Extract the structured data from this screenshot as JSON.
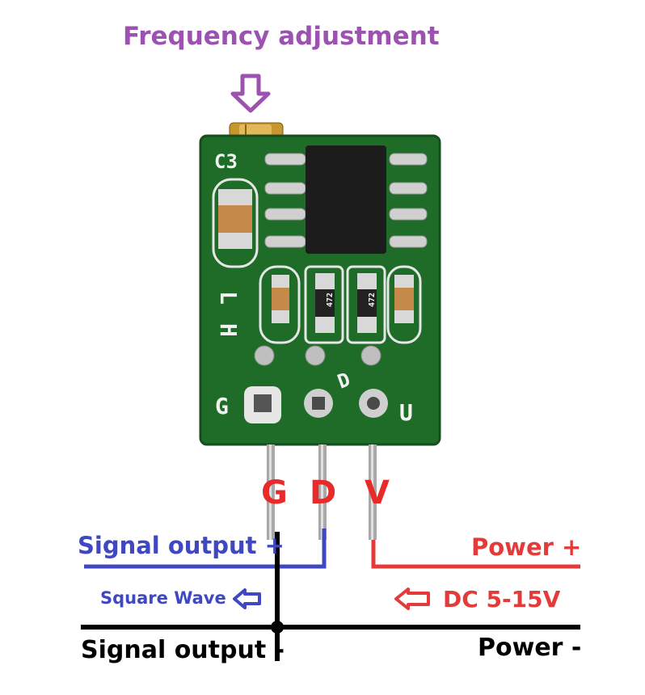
{
  "labels": {
    "frequency_adjustment": "Frequency adjustment",
    "signal_output_plus": "Signal output +",
    "square_wave": "Square Wave",
    "power_plus": "Power +",
    "dc_range": "DC 5-15V",
    "signal_output_minus": "Signal output -",
    "power_minus": "Power -"
  },
  "pins": {
    "g": "G",
    "d": "D",
    "v": "V"
  },
  "board": {
    "silkscreen_c3": "C3",
    "silkscreen_l": "L",
    "silkscreen_h": "H",
    "silkscreen_g": "G",
    "silkscreen_d": "D",
    "silkscreen_u": "U",
    "resistor_1": "472",
    "resistor_2": "472"
  },
  "colors": {
    "purple": "#9b52b0",
    "blue": "#3f48c0",
    "red": "#e53a3a",
    "board_green": "#1f6b28"
  },
  "icons": [
    "down-arrow-icon",
    "left-arrow-icon"
  ]
}
